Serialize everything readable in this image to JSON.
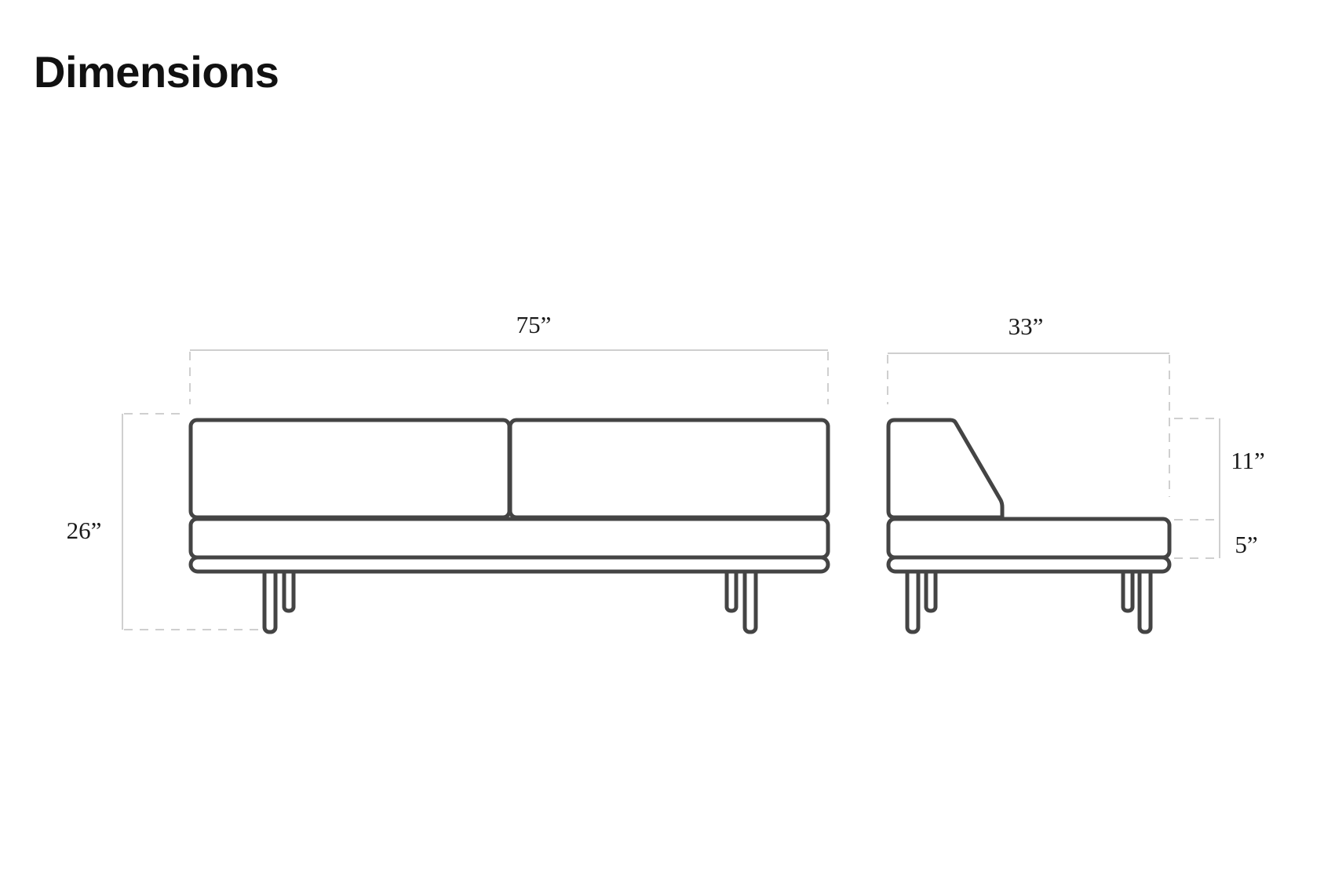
{
  "page": {
    "title": "Dimensions"
  },
  "dimensions": {
    "front_width": "75”",
    "side_depth": "33”",
    "overall_height": "26”",
    "back_height": "11”",
    "seat_height": "5”"
  },
  "colors": {
    "outline": "#444444",
    "dimension_line": "#cfcfcf",
    "title": "#111111"
  }
}
